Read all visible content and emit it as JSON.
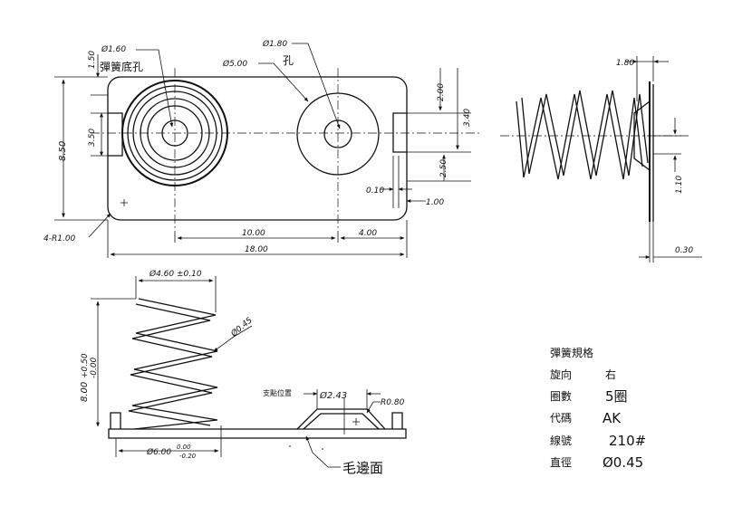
{
  "top_view": {
    "hole_label": "Ø1.60",
    "hole_name": "彈簧底孔",
    "pad_hole_label": "Ø1.80",
    "pad_hole_suffix": "孔",
    "pad_dia_label": "Ø5.00",
    "dim_left_small": "1.50",
    "dim_left_mid": "3.50",
    "dim_left_total": "8.50",
    "dim_right_top": "2.00",
    "dim_right_total": "3.40",
    "dim_right_bottom": "2.50",
    "dim_tab": "0.10",
    "dim_tab_offset": "1.00",
    "dim_corner": "4-R1.00",
    "dim_center_spacing": "10.00",
    "dim_pad_to_edge": "4.00",
    "dim_length": "18.00"
  },
  "side_view": {
    "dim_height": "1.80",
    "dim_offset": "1.10",
    "dim_thickness": "0.30"
  },
  "front_view": {
    "dim_top_dia": "Ø4.60 ±0.10",
    "dim_wire": "Ø0.45",
    "dim_height": "8.00",
    "dim_height_tol_plus": "+0.50",
    "dim_height_tol_minus": "-0.00",
    "dim_bump_label": "支點位置",
    "dim_bump_dia": "Ø2.43",
    "dim_radius": "R0.80",
    "dim_base_dia": "Ø6.00",
    "dim_base_tol_plus": "0.00",
    "dim_base_tol_minus": "-0.20",
    "burr_label": "毛邊面"
  },
  "spec_table": {
    "title": "彈簧規格",
    "rows": [
      {
        "label": "旋向",
        "value": "右"
      },
      {
        "label": "圈數",
        "value": "5圈"
      },
      {
        "label": "代碼",
        "value": "AK"
      },
      {
        "label": "線號",
        "value": "210#"
      },
      {
        "label": "直徑",
        "value": "Ø0.45"
      }
    ]
  }
}
